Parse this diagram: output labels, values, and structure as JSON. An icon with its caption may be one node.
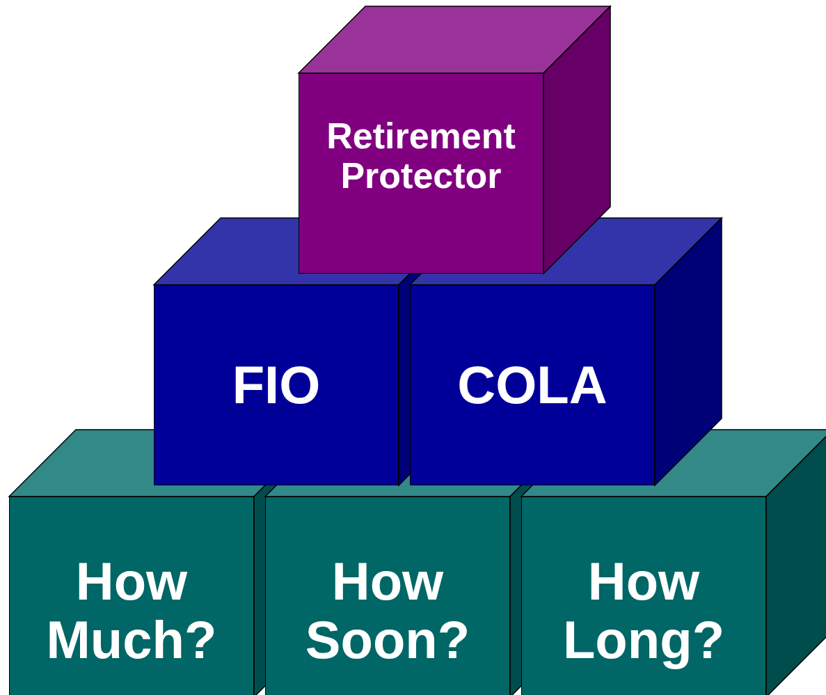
{
  "diagram": {
    "nodes": [
      {
        "text": [
          "Retirement Protector"
        ]
      },
      {
        "text": [
          "FIO"
        ]
      },
      {
        "text": [
          "COLA"
        ]
      },
      {
        "text": [
          "How Much?"
        ]
      },
      {
        "text": [
          "How Soon?"
        ]
      },
      {
        "text": [
          "How Long?"
        ]
      }
    ]
  }
}
